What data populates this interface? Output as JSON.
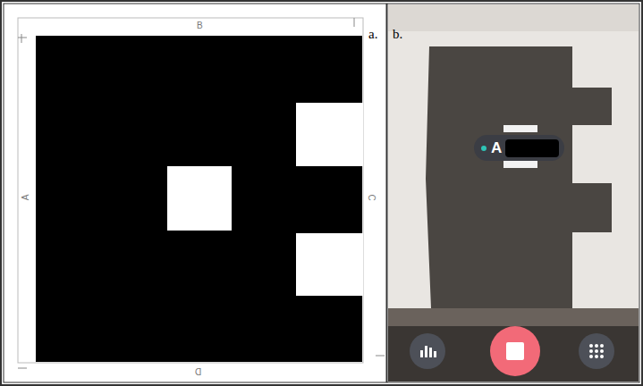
{
  "diagram": {
    "nodes": [
      {
        "text": [
          "A"
        ]
      }
    ],
    "labels": [
      "a.",
      "b.",
      "B",
      "A",
      "C",
      "D"
    ]
  }
}
